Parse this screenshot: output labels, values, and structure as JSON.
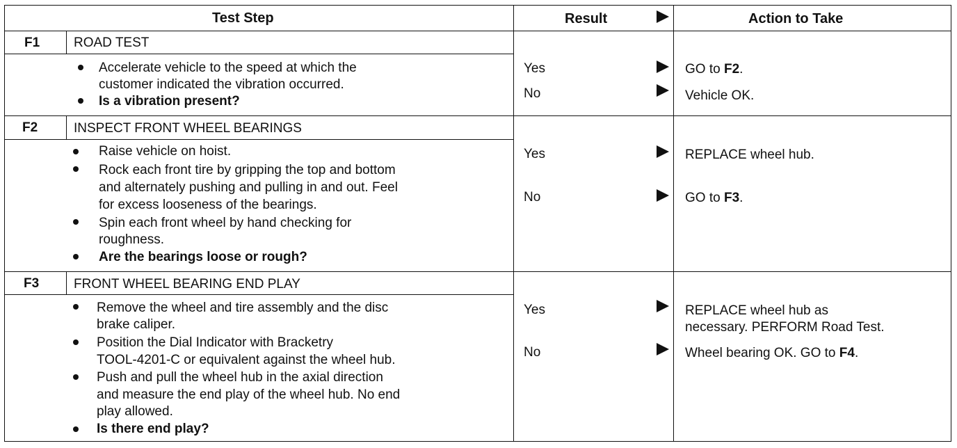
{
  "header": {
    "test_step": "Test Step",
    "result": "Result",
    "action": "Action to Take"
  },
  "steps": [
    {
      "id": "F1",
      "title": "ROAD TEST",
      "lines": [
        "Accelerate vehicle to the speed at which the",
        "customer indicated the vibration occurred.",
        "Is a vibration present?"
      ],
      "results": [
        "Yes",
        "No"
      ],
      "actions": [
        {
          "prefix": "GO to ",
          "bold": "F2",
          "suffix": "."
        },
        {
          "prefix": "Vehicle OK.",
          "bold": "",
          "suffix": ""
        }
      ]
    },
    {
      "id": "F2",
      "title": "INSPECT FRONT WHEEL BEARINGS",
      "lines": [
        "Raise vehicle on hoist.",
        "Rock each front tire by gripping the top and bottom",
        "and alternately pushing and pulling in and out. Feel",
        "for excess looseness of the bearings.",
        "Spin each front wheel by hand checking for",
        "roughness.",
        "Are the bearings loose or rough?"
      ],
      "results": [
        "Yes",
        "No"
      ],
      "actions": [
        {
          "prefix": "REPLACE wheel hub.",
          "bold": "",
          "suffix": ""
        },
        {
          "prefix": "GO to ",
          "bold": "F3",
          "suffix": "."
        }
      ]
    },
    {
      "id": "F3",
      "title": "FRONT WHEEL BEARING END PLAY",
      "lines": [
        "Remove the wheel and tire assembly and the disc",
        "brake caliper.",
        "Position the Dial Indicator with Bracketry",
        "TOOL-4201-C or equivalent against the wheel hub.",
        "Push and pull the wheel hub in the axial direction",
        "and measure the end play of the wheel hub. No end",
        "play allowed.",
        "Is there end play?"
      ],
      "results": [
        "Yes",
        "No"
      ],
      "actions": [
        {
          "line1": "REPLACE wheel hub as",
          "line2": "necessary. PERFORM Road Test."
        },
        {
          "prefix": "Wheel bearing OK. GO to ",
          "bold": "F4",
          "suffix": "."
        }
      ]
    }
  ]
}
